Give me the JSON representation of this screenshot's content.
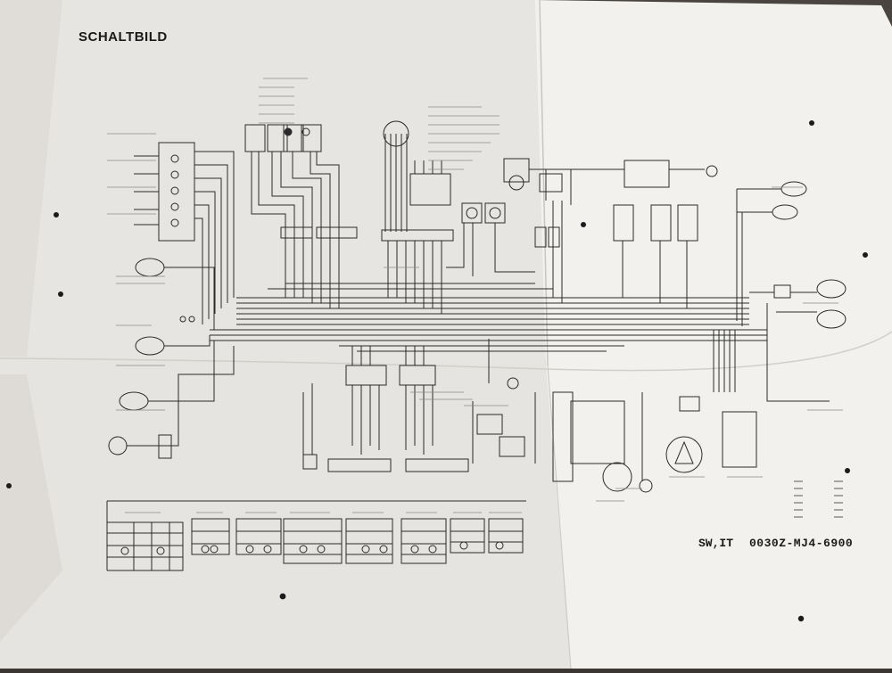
{
  "document": {
    "title": "SCHALTBILD",
    "code_prefix": "SW,IT",
    "part_number": "0030Z-MJ4-6900"
  },
  "switch_tables": {
    "heading": "",
    "captions": []
  },
  "colors": {
    "paper": "#ecebe8",
    "ink": "#2a2a2a",
    "background": "#3b3632"
  }
}
